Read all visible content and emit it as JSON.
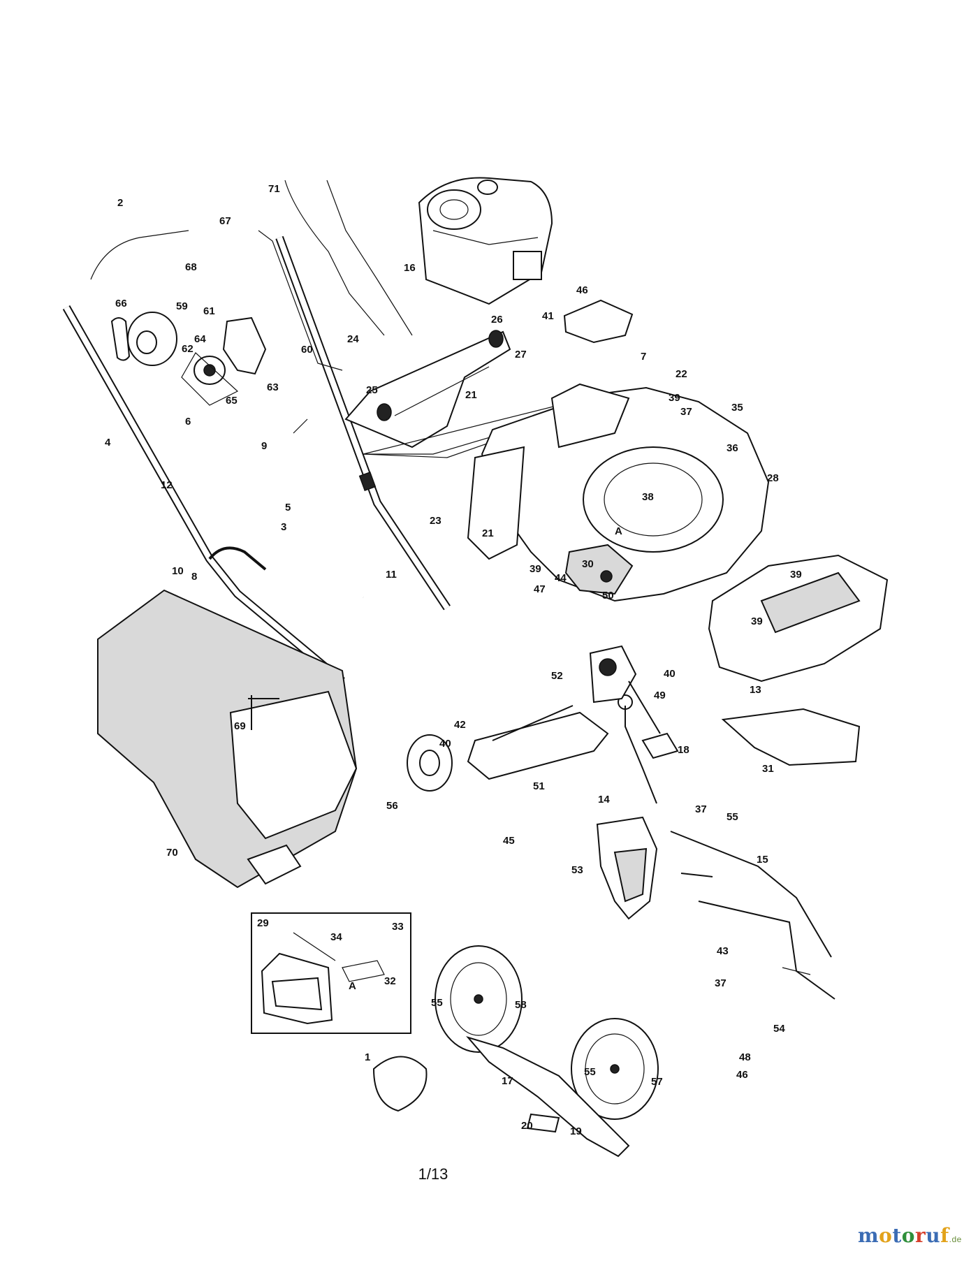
{
  "diagram": {
    "labels": [
      "1",
      "2",
      "3",
      "4",
      "5",
      "6",
      "7",
      "8",
      "9",
      "10",
      "11",
      "12",
      "13",
      "14",
      "15",
      "16",
      "17",
      "18",
      "19",
      "20",
      "21",
      "22",
      "23",
      "24",
      "25",
      "26",
      "27",
      "28",
      "29",
      "30",
      "31",
      "32",
      "33",
      "34",
      "35",
      "36",
      "37",
      "38",
      "39",
      "40",
      "41",
      "42",
      "43",
      "44",
      "45",
      "46",
      "47",
      "48",
      "49",
      "50",
      "51",
      "52",
      "53",
      "54",
      "55",
      "56",
      "57",
      "58",
      "59",
      "60",
      "61",
      "62",
      "63",
      "64",
      "65",
      "66",
      "67",
      "68",
      "69",
      "70",
      "71",
      "A"
    ],
    "page_number": "1/13"
  },
  "watermark": {
    "letters": [
      "m",
      "o",
      "t",
      "o",
      "r",
      "u",
      "f"
    ],
    "letter_colors": [
      "#3b6cb4",
      "#e2a21b",
      "#3b6cb4",
      "#2f8f3a",
      "#d6402c",
      "#3b6cb4",
      "#e2a21b"
    ],
    "domain": ".de"
  }
}
